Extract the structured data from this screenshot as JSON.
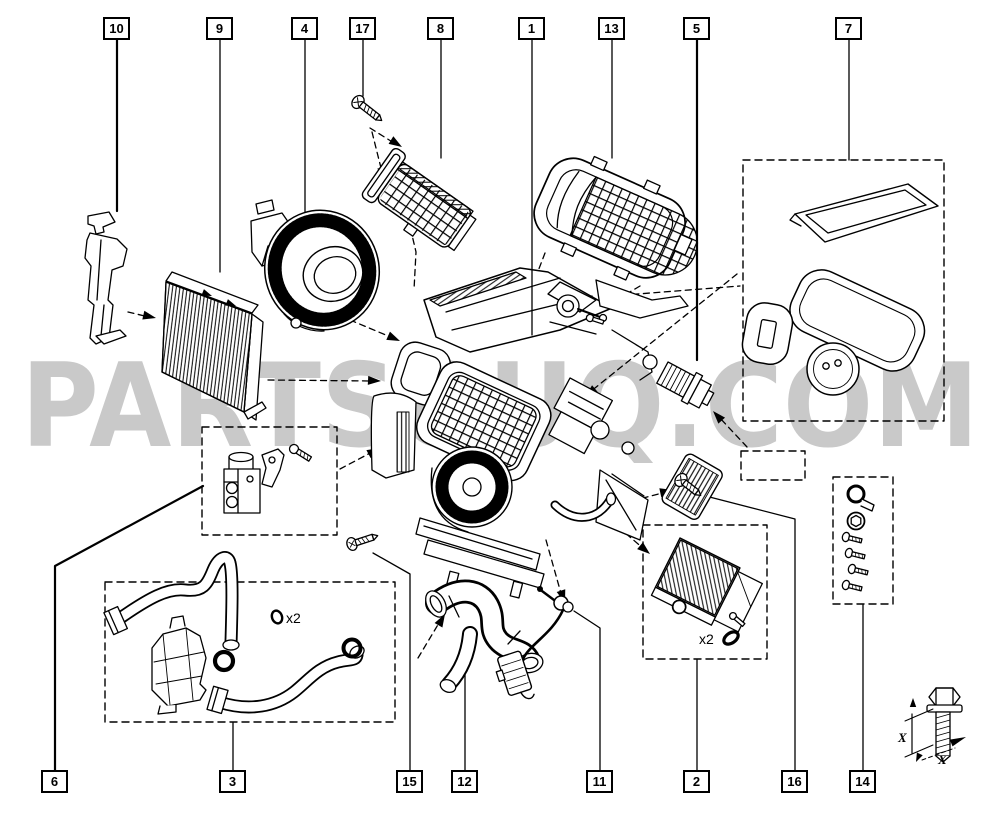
{
  "diagram": {
    "watermark": "PARTSOUQ.COM",
    "watermark_color": "#c9c9c9",
    "line_color": "#000000",
    "background": "#ffffff",
    "callouts_top": [
      {
        "label": "10"
      },
      {
        "label": "9"
      },
      {
        "label": "4"
      },
      {
        "label": "17"
      },
      {
        "label": "8"
      },
      {
        "label": "1"
      },
      {
        "label": "13"
      },
      {
        "label": "5"
      },
      {
        "label": "7"
      }
    ],
    "callouts_bottom": [
      {
        "label": "6"
      },
      {
        "label": "3"
      },
      {
        "label": "15"
      },
      {
        "label": "12"
      },
      {
        "label": "11"
      },
      {
        "label": "2"
      },
      {
        "label": "16"
      },
      {
        "label": "14"
      }
    ],
    "annotations": {
      "hose_qty": "x2",
      "core_qty": "x2",
      "dim_x_side": "X",
      "dim_x_bottom": "X"
    }
  }
}
